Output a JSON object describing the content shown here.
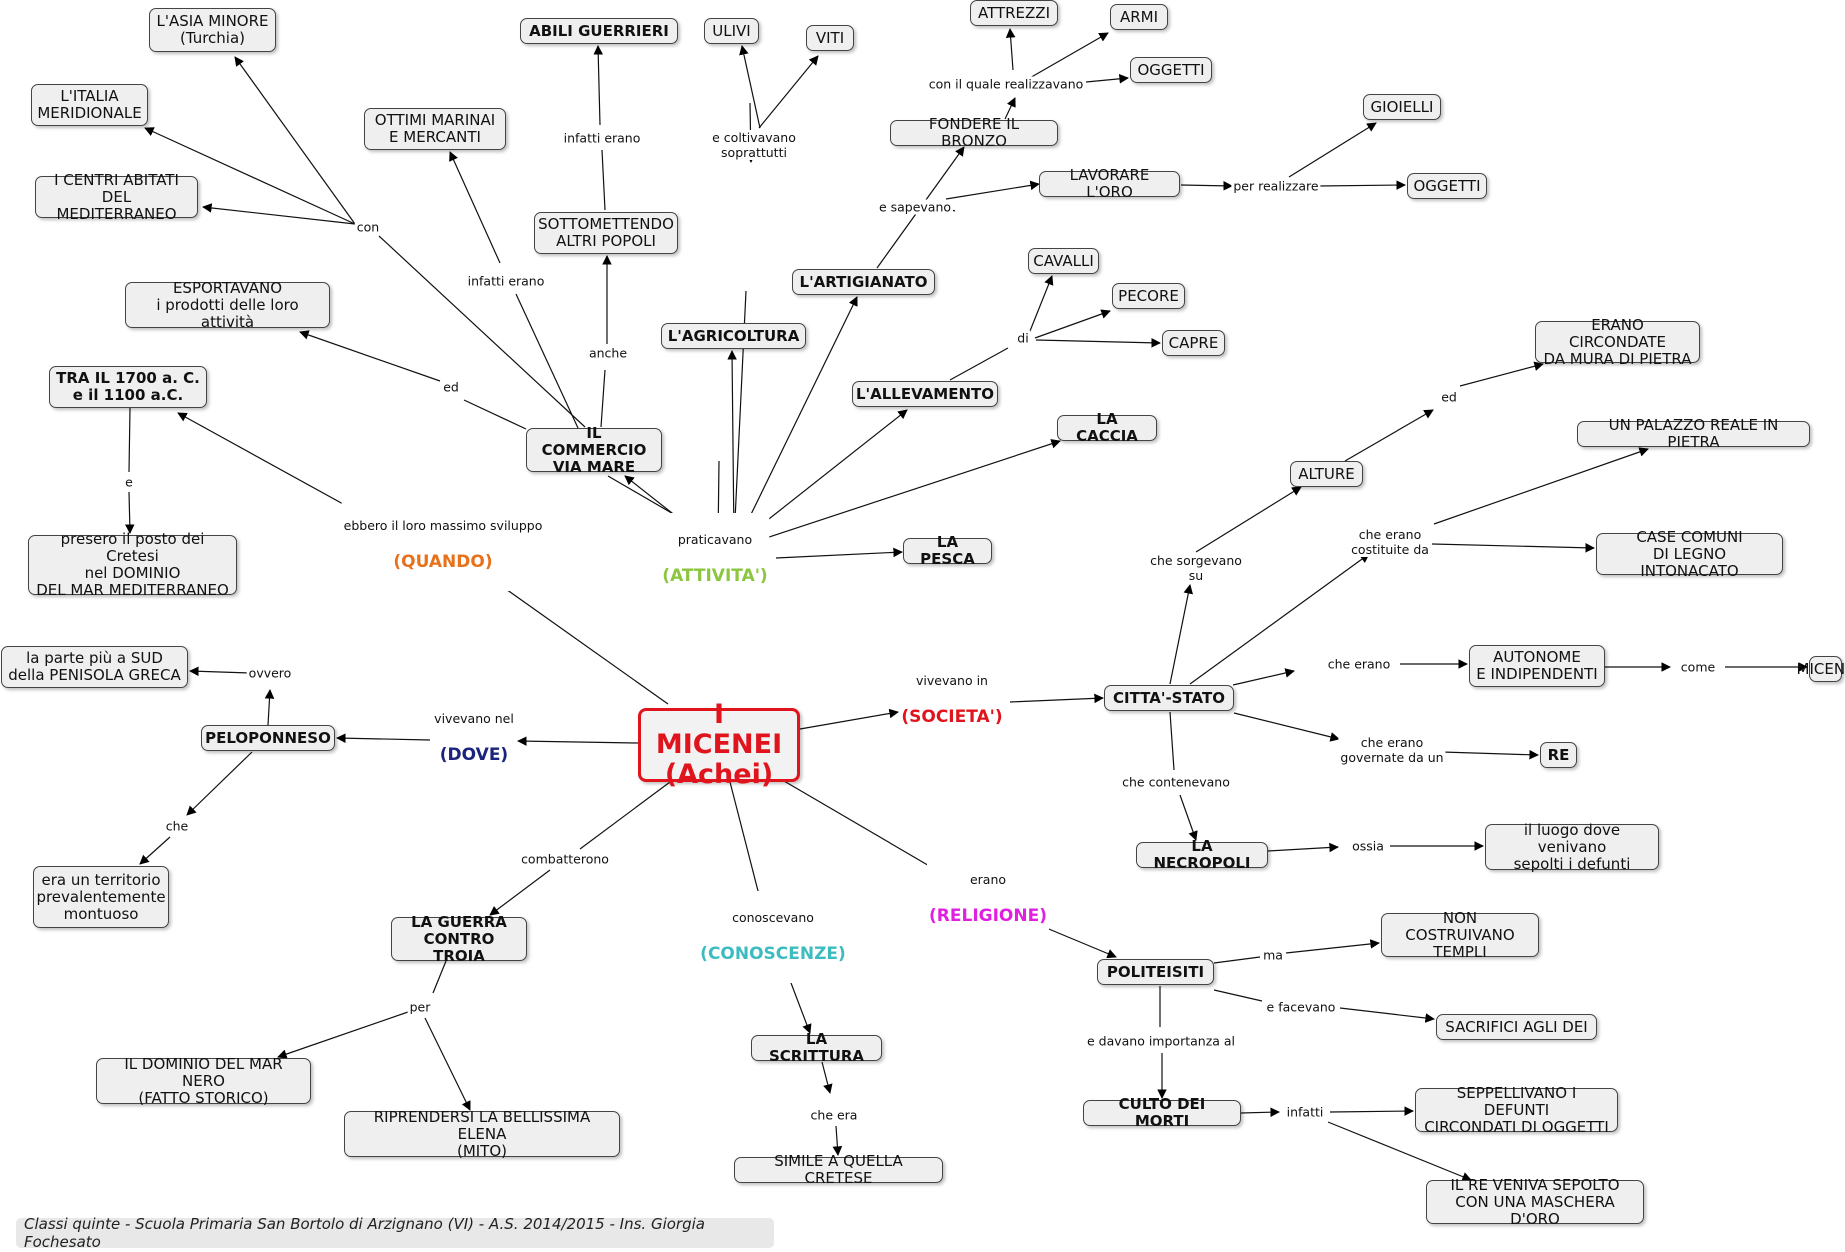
{
  "nodes": {
    "micenei": "I MICENEI\n(Achei)",
    "asia": "L'ASIA MINORE\n(Turchia)",
    "italia": "L'ITALIA\nMERIDIONALE",
    "centri": "I CENTRI ABITATI\nDEL MEDITERRANEO",
    "marinai": "OTTIMI MARINAI\nE MERCANTI",
    "guerrieri": "ABILI GUERRIERI",
    "sottomettendo": "SOTTOMETTENDO\nALTRI POPOLI",
    "esportavano": "ESPORTAVANO\ni prodotti delle loro attività",
    "periodo": "TRA IL 1700 a. C.\ne il 1100 a.C.",
    "cretesi": "presero il posto dei Cretesi\nnel DOMINIO\nDEL MAR MEDITERRANEO",
    "commercio": "IL COMMERCIO\nVIA MARE",
    "ulivi": "ULIVI",
    "viti": "VITI",
    "agricoltura": "L'AGRICOLTURA",
    "artigianato": "L'ARTIGIANATO",
    "attrezzi": "ATTREZZI",
    "armi": "ARMI",
    "oggetti1": "OGGETTI",
    "bronzo": "FONDERE IL BRONZO",
    "gioielli": "GIOIELLI",
    "oro": "LAVORARE L'ORO",
    "oggetti2": "OGGETTI",
    "cavalli": "CAVALLI",
    "pecore": "PECORE",
    "capre": "CAPRE",
    "allevamento": "L'ALLEVAMENTO",
    "caccia": "LA CACCIA",
    "pesca": "LA PESCA",
    "mura": "ERANO CIRCONDATE\nDA MURA DI PIETRA",
    "palazzo": "UN PALAZZO REALE IN PIETRA",
    "alture": "ALTURE",
    "case": "CASE COMUNI\nDI LEGNO INTONACATO",
    "autonome": "AUTONOME\nE INDIPENDENTI",
    "micene": "MICENE",
    "cittastato": "CITTA'-STATO",
    "re": "RE",
    "necropoli": "LA NECROPOLI",
    "defunti": "il luogo dove venivano\nsepolti i defunti",
    "sud": "la parte più a SUD\ndella PENISOLA GRECA",
    "peloponneso": "PELOPONNESO",
    "montuoso": "era un territorio\nprevalentemente\nmontuoso",
    "troia": "LA GUERRA\nCONTRO TROIA",
    "marnero": "IL DOMINIO DEL MAR NERO\n(FATTO STORICO)",
    "elena": "RIPRENDERSI LA BELLISSIMA ELENA\n(MITO)",
    "scrittura": "LA SCRITTURA",
    "cretese": "SIMILE A QUELLA CRETESE",
    "politeisti": "POLITEISITI",
    "templi": "NON COSTRUIVANO\nTEMPLI",
    "sacrifici": "SACRIFICI AGLI DEI",
    "culto": "CULTO DEI MORTI",
    "seppellivano": "SEPPELLIVANO I DEFUNTI\nCIRCONDATI DI OGGETTI",
    "maschera": "IL RE VENIVA SEPOLTO\nCON UNA MASCHERA D'ORO"
  },
  "labels": {
    "con": "con",
    "infatti_erano1": "infatti erano",
    "infatti_erano2": "infatti erano",
    "anche": "anche",
    "ed1": "ed",
    "e1": "e",
    "coltivavano": "e coltivavano\nsoprattutti",
    "realizzavano": "con il quale realizzavano",
    "sapevano": "e sapevano",
    "per_realizzare": "per realizzare",
    "di": "di",
    "ed2": "ed",
    "costituite": "che erano\ncostituite da",
    "sorgevano": "che sorgevano\nsu",
    "che_erano": "che erano",
    "come": "come",
    "governate": "che erano\ngovernate da un",
    "contenevano": "che contenevano",
    "ossia": "ossia",
    "ovvero": "ovvero",
    "che1": "che",
    "combatterono": "combatterono",
    "per": "per",
    "che_era": "che era",
    "ma": "ma",
    "facevano": "e facevano",
    "importanza": "e davano importanza al",
    "infatti": "infatti"
  },
  "categories": {
    "quando": {
      "pre": "ebbero il loro massimo sviluppo",
      "name": "(QUANDO)"
    },
    "attivita": {
      "pre": "praticavano",
      "name": "(ATTIVITA')"
    },
    "societa": {
      "pre": "vivevano in",
      "name": "(SOCIETA')"
    },
    "dove": {
      "pre": "vivevano nel",
      "name": "(DOVE)"
    },
    "conoscenze": {
      "pre": "conoscevano",
      "name": "(CONOSCENZE)"
    },
    "religione": {
      "pre": "erano",
      "name": "(RELIGIONE)"
    }
  },
  "colors": {
    "quando": "#e8721c",
    "attivita": "#8cc63f",
    "societa": "#e0141c",
    "dove": "#1a237e",
    "conoscenze": "#3cbcc0",
    "religione": "#e020e0",
    "main": "#e0141c"
  },
  "footer": "Classi quinte - Scuola Primaria San Bortolo di Arzignano (VI) - A.S. 2014/2015 - Ins. Giorgia Fochesato"
}
